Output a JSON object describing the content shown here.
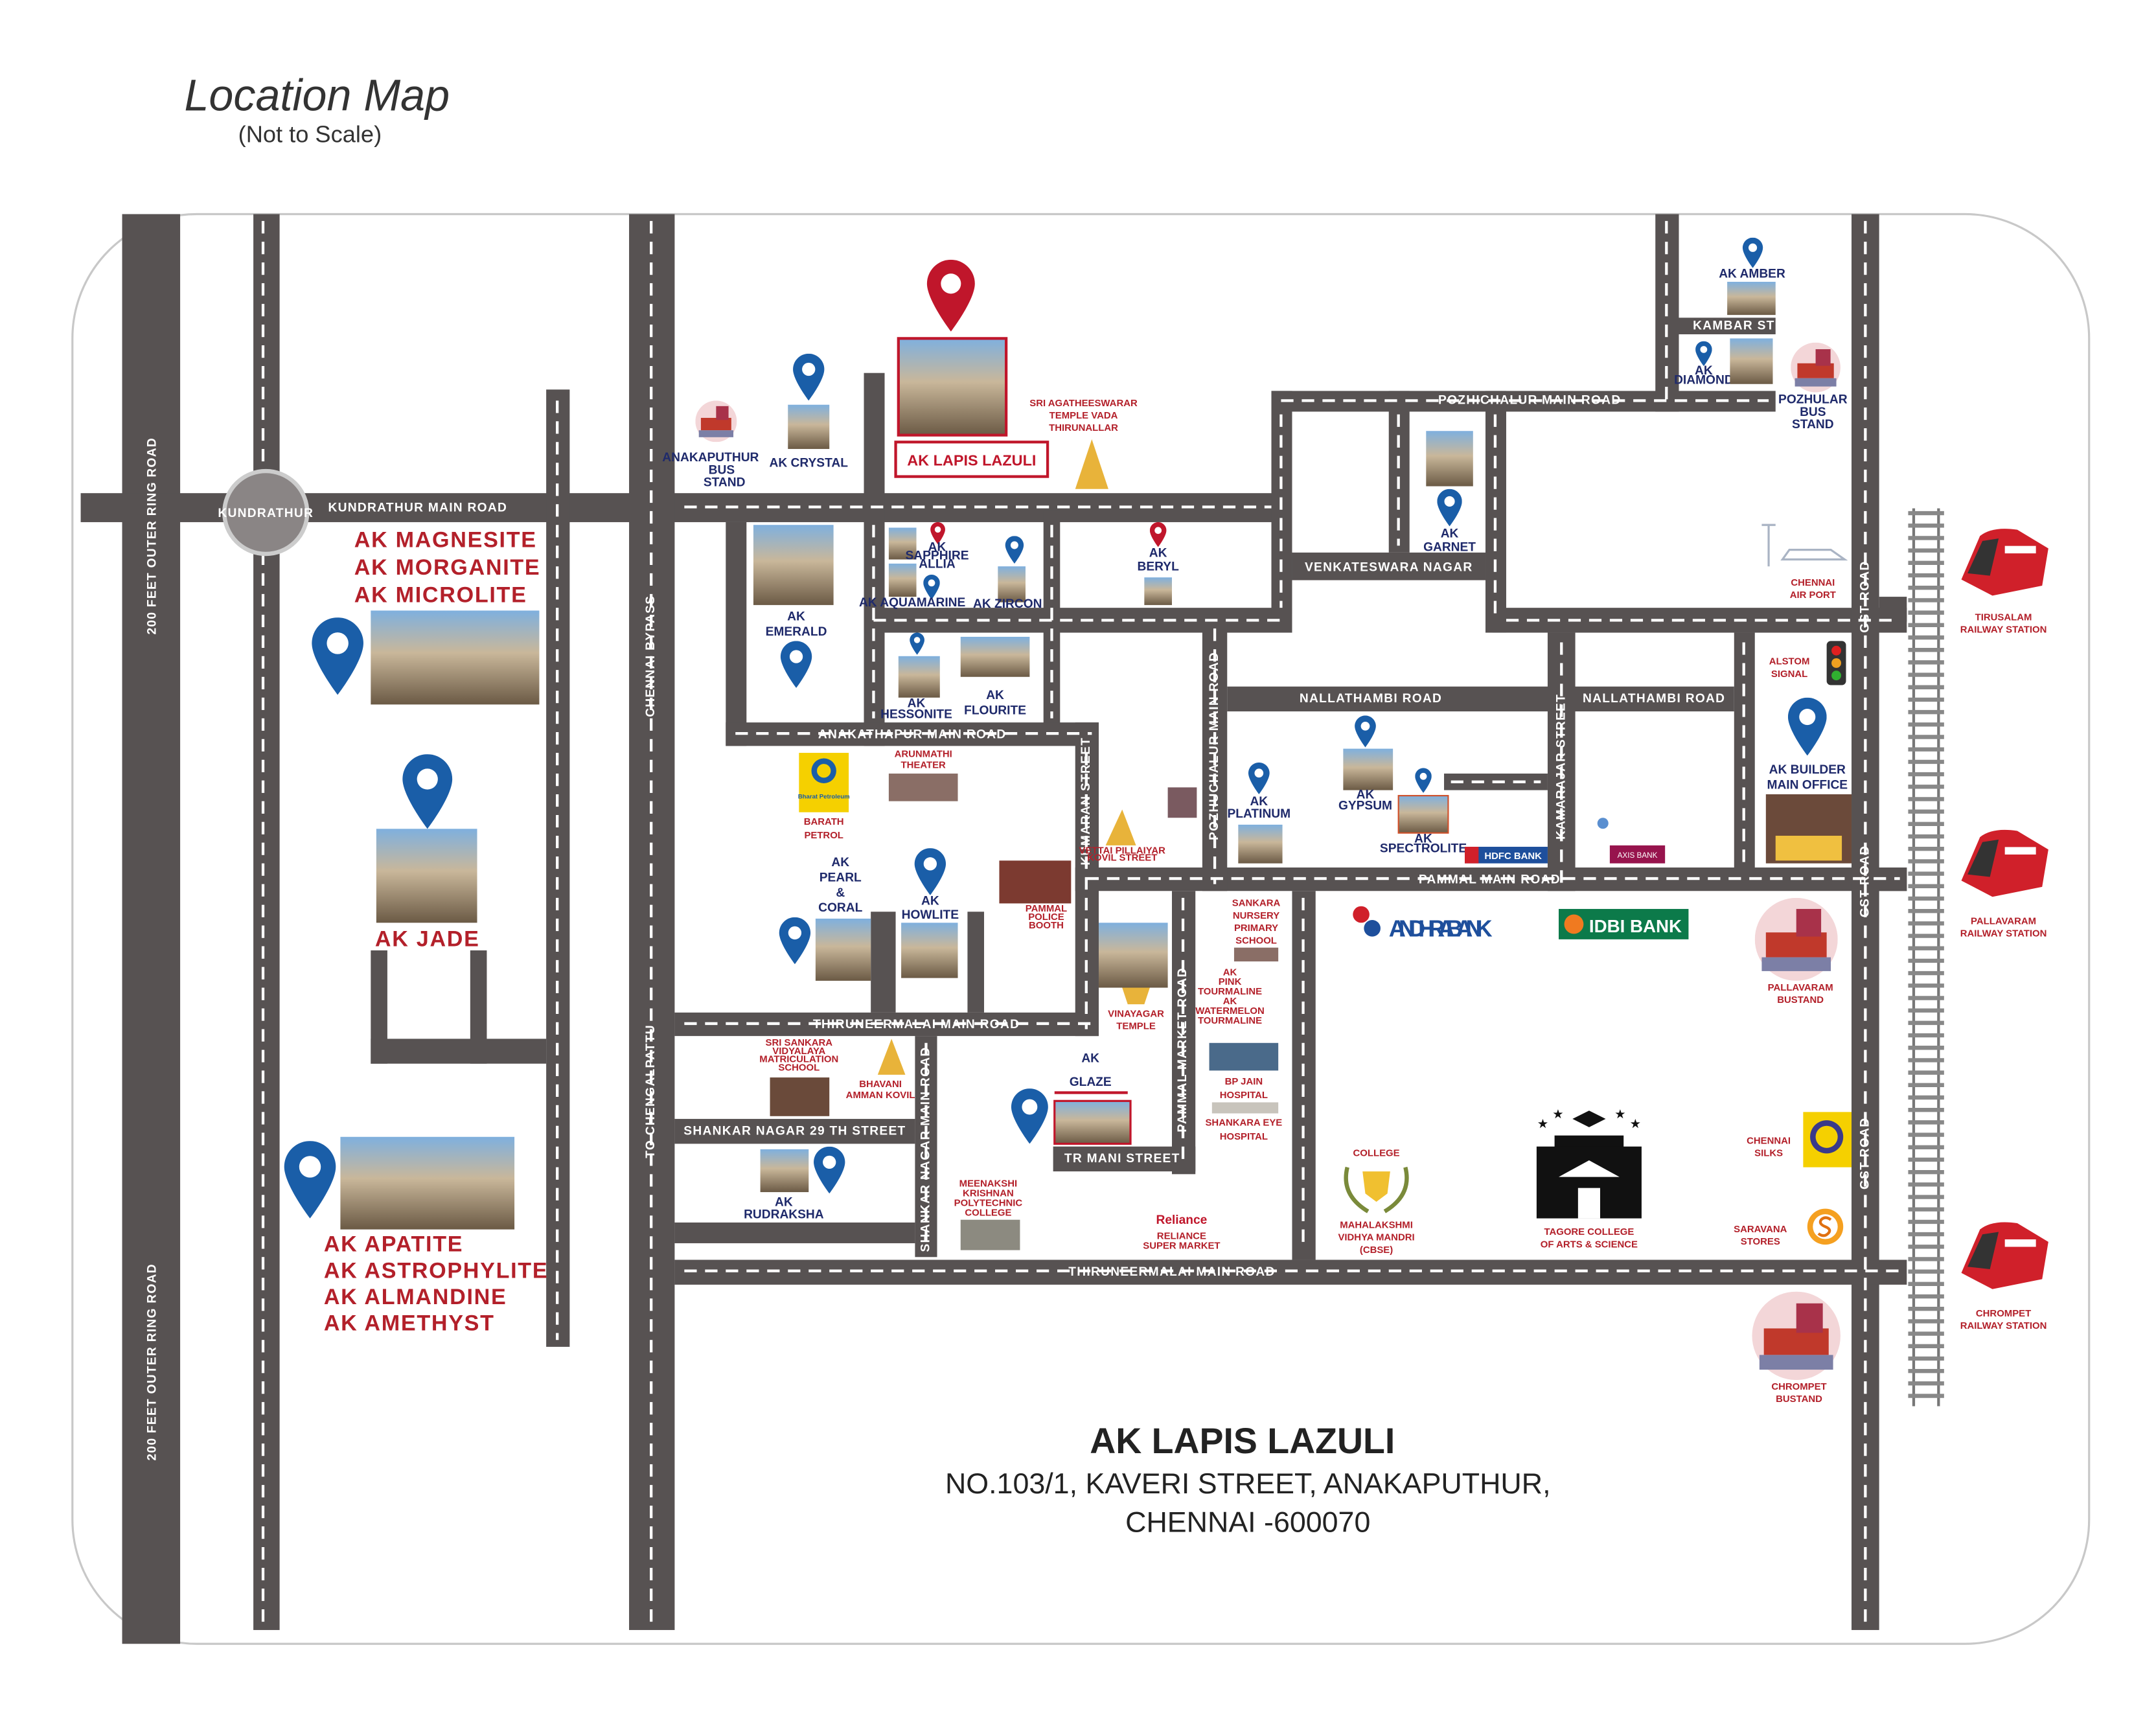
{
  "header": {
    "title": "Location Map",
    "subtitle": "(Not to Scale)"
  },
  "roads": {
    "outer_ring": "200 FEET OUTER RING ROAD",
    "kundrathur_circle": "KUNDRATHUR",
    "kundrathur_main": "KUNDRATHUR MAIN ROAD",
    "chennai_bypass": "CHENNAI BYPASS",
    "to_chengalpattu": "TO CHENGALPATTU",
    "anakathapur_main": "ANAKATHAPUR MAIN ROAD",
    "kumaran_street": "KUMARAN STREET",
    "pozhuchalur_main": "POZHUCHALUR MAIN ROAD",
    "nallathambi": "NALLATHAMBI ROAD",
    "kamarajar": "KAMARAJAR STREET",
    "pammal_main": "PAMMAL MAIN ROAD",
    "gst": "GST ROAD",
    "pozhichalur_main": "POZHICHALUR MAIN ROAD",
    "kambar": "KAMBAR STREET",
    "venkateswara": "VENKATESWARA NAGAR",
    "thiruneermalai": "THIRUNEERMALAI MAIN ROAD",
    "shankar_nagar_main": "SHANKAR NAGAR MAIN ROAD",
    "shankar_nagar_29": "SHANKAR NAGAR 29 TH STREET",
    "pammal_market": "PAMMAL MARKET ROAD",
    "tr_mani": "TR MANI STREET"
  },
  "places": {
    "lapis": {
      "label": "AK LAPIS LAZULI"
    },
    "crystal": {
      "label": "AK CRYSTAL"
    },
    "anakaputhur_bus": {
      "lines": [
        "ANAKAPUTHUR",
        "BUS",
        "STAND"
      ]
    },
    "temple_vada": {
      "lines": [
        "SRI AGATHEESWARAR",
        "TEMPLE VADA",
        "THIRUNALLAR"
      ]
    },
    "magnesite_group": {
      "lines": [
        "AK MAGNESITE",
        "AK MORGANITE",
        "AK MICROLITE"
      ]
    },
    "jade": {
      "label": "AK JADE"
    },
    "apatite_group": {
      "lines": [
        "AK APATITE",
        "AK ASTROPHYLITE",
        "AK ALMANDINE",
        "AK AMETHYST"
      ]
    },
    "emerald": {
      "lines": [
        "AK",
        "EMERALD"
      ]
    },
    "sapphire": {
      "lines": [
        "AK",
        "SAPPHIRE",
        "ALLIA"
      ]
    },
    "aquamarine": {
      "label": "AK AQUAMARINE"
    },
    "zircon": {
      "label": "AK ZIRCON"
    },
    "beryl": {
      "lines": [
        "AK",
        "BERYL"
      ]
    },
    "hessonite": {
      "lines": [
        "AK",
        "HESSONITE"
      ]
    },
    "flourite": {
      "lines": [
        "AK",
        "FLOURITE"
      ]
    },
    "barath": {
      "lines": [
        "BARATH",
        "PETROL"
      ],
      "logo": "Bharat Petroleum"
    },
    "arunmathi": {
      "lines": [
        "ARUNMATHI",
        "THEATER"
      ]
    },
    "pearl": {
      "lines": [
        "AK",
        "PEARL",
        "&",
        "CORAL"
      ]
    },
    "howlite": {
      "lines": [
        "AK",
        "HOWLITE"
      ]
    },
    "police": {
      "lines": [
        "PAMMAL",
        "POLICE",
        "BOOTH"
      ]
    },
    "vettai": {
      "lines": [
        "VETTAI PILLAIYAR",
        "KOVIL STREET"
      ]
    },
    "platinum": {
      "lines": [
        "AK",
        "PLATINUM"
      ]
    },
    "gypsum": {
      "lines": [
        "AK",
        "GYPSUM"
      ]
    },
    "spectrolite": {
      "lines": [
        "AK",
        "SPECTROLITE"
      ]
    },
    "hdfc": {
      "label": "HDFC BANK"
    },
    "axis": {
      "label": "AXIS BANK"
    },
    "builder_office": {
      "lines": [
        "AK BUILDER",
        "MAIN OFFICE"
      ]
    },
    "garnet": {
      "lines": [
        "AK",
        "GARNET"
      ]
    },
    "amber": {
      "label": "AK AMBER"
    },
    "diamond": {
      "lines": [
        "AK",
        "DIAMOND"
      ]
    },
    "pozhular_bus": {
      "lines": [
        "POZHULAR",
        "BUS",
        "STAND"
      ]
    },
    "airport": {
      "lines": [
        "CHENNAI",
        "AIR PORT"
      ]
    },
    "alstom": {
      "lines": [
        "ALSTOM",
        "SIGNAL"
      ]
    },
    "tirusalam_rs": {
      "lines": [
        "TIRUSALAM",
        "RAILWAY STATION"
      ]
    },
    "pallavaram_rs": {
      "lines": [
        "PALLAVARAM",
        "RAILWAY STATION"
      ]
    },
    "chrompet_rs": {
      "lines": [
        "CHROMPET",
        "RAILWAY STATION"
      ]
    },
    "pallavaram_bus": {
      "lines": [
        "PALLAVARAM",
        "BUSTAND"
      ]
    },
    "chrompet_bus": {
      "lines": [
        "CHROMPET",
        "BUSTAND"
      ]
    },
    "andhra": {
      "label": "ANDHRA BANK"
    },
    "idbi": {
      "label": "IDBI BANK"
    },
    "sankara_school": {
      "lines": [
        "SANKARA",
        "NURSERY",
        "PRIMARY",
        "SCHOOL"
      ]
    },
    "tourmaline": {
      "lines": [
        "AK",
        "PINK",
        "TOURMALINE",
        "AK",
        "WATERMELON",
        "TOURMALINE"
      ]
    },
    "vinayagar": {
      "lines": [
        "VINAYAGAR",
        "TEMPLE"
      ]
    },
    "bp_jain": {
      "lines": [
        "BP JAIN",
        "HOSPITAL"
      ]
    },
    "shankara_eye": {
      "lines": [
        "SHANKARA EYE",
        "HOSPITAL"
      ]
    },
    "glaze": {
      "lines": [
        "AK",
        "GLAZE"
      ]
    },
    "meenakshi": {
      "lines": [
        "MEENAKSHI",
        "KRISHNAN",
        "POLYTECHNIC",
        "COLLEGE"
      ]
    },
    "reliance": {
      "logo": "Reliance",
      "lines": [
        "RELIANCE",
        "SUPER MARKET"
      ]
    },
    "sankara_matric": {
      "lines": [
        "SRI SANKARA",
        "VIDYALAYA",
        "MATRICULATION",
        "SCHOOL"
      ]
    },
    "bhavani": {
      "lines": [
        "BHAVANI",
        "AMMAN KOVIL"
      ]
    },
    "rudraksha": {
      "lines": [
        "AK",
        "RUDRAKSHA"
      ]
    },
    "mahalakshmi": {
      "badge": "COLLEGE",
      "lines": [
        "MAHALAKSHMI",
        "VIDHYA MANDRI",
        "(CBSE)"
      ]
    },
    "tagore": {
      "lines": [
        "TAGORE COLLEGE",
        "OF ARTS & SCIENCE"
      ]
    },
    "chennai_silks": {
      "lines": [
        "CHENNAI",
        "SILKS"
      ]
    },
    "saravana": {
      "lines": [
        "SARAVANA",
        "STORES"
      ]
    }
  },
  "footer": {
    "name": "AK LAPIS LAZULI",
    "address_line1": "NO.103/1, KAVERI STREET, ANAKAPUTHUR,",
    "address_line2": "CHENNAI -600070"
  },
  "colors": {
    "road": "#575252",
    "pin_blue": "#1a5ea8",
    "pin_red": "#c0162b",
    "label_red": "#b3202a",
    "label_navy": "#1f2a6b"
  }
}
